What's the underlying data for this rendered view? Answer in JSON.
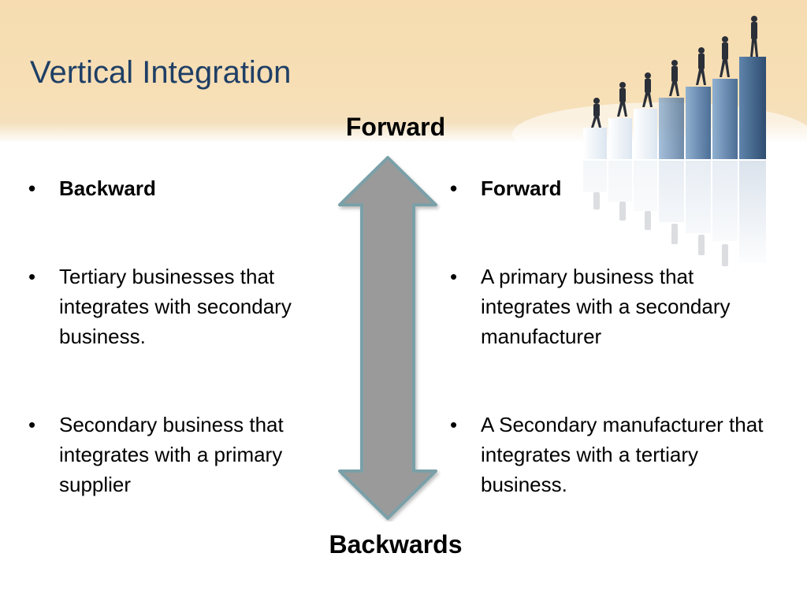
{
  "slide": {
    "title": "Vertical Integration",
    "arrow_top_label": "Forward",
    "arrow_bottom_label": "Backwards"
  },
  "left_column": {
    "heading": "Backward",
    "items": [
      "Tertiary businesses that integrates with secondary business.",
      "Secondary business that integrates with a primary supplier"
    ]
  },
  "right_column": {
    "heading": "Forward",
    "items": [
      "A primary business that integrates with a secondary manufacturer",
      "A Secondary manufacturer that integrates with a tertiary business."
    ]
  },
  "colors": {
    "header_band": "#f6dcb0",
    "title": "#1f3f66",
    "arrow_fill": "#9a9a9a",
    "arrow_outline": "#7aa0a8",
    "bars": "#6f93b8"
  },
  "decor": {
    "icon": "staircase-of-businessmen-icon"
  }
}
